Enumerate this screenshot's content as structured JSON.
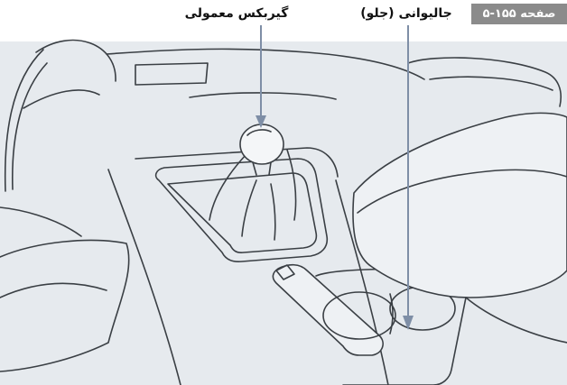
{
  "page_badge": "صفحه ۱۵۵-۵",
  "labels": {
    "gearbox": "گیربکس معمولی",
    "cupholder": "جالیوانی (جلو)"
  },
  "colors": {
    "background": "#e8ecef",
    "line": "#3a3f44",
    "arrow": "#7e8ea6",
    "badge": "#8b8b8b"
  }
}
